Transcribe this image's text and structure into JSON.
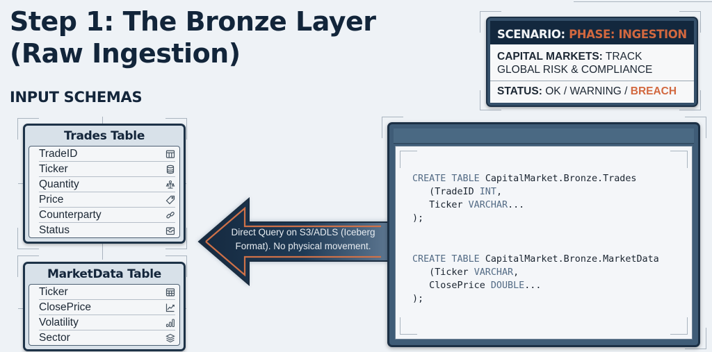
{
  "title_lines": [
    "Step 1: The Bronze Layer",
    "(Raw Ingestion)"
  ],
  "subheading": "INPUT SCHEMAS",
  "colors": {
    "navy": "#13283e",
    "accent_orange": "#d2683f",
    "panel_steel": "#3f5c77",
    "background": "#eef2f6"
  },
  "scenario": {
    "label": "SCENARIO:",
    "phase": "PHASE: INGESTION",
    "domain_label": "CAPITAL MARKETS:",
    "domain_text": "TRACK GLOBAL RISK & COMPLIANCE",
    "status_label": "STATUS:",
    "status_values": "OK / WARNING / ",
    "status_alert": "BREACH"
  },
  "tables": [
    {
      "title": "Trades Table",
      "fields": [
        {
          "name": "TradeID",
          "icon": "table-grid-icon"
        },
        {
          "name": "Ticker",
          "icon": "database-icon"
        },
        {
          "name": "Quantity",
          "icon": "scale-icon"
        },
        {
          "name": "Price",
          "icon": "price-tag-icon"
        },
        {
          "name": "Counterparty",
          "icon": "link-icon"
        },
        {
          "name": "Status",
          "icon": "inbox-check-icon"
        }
      ]
    },
    {
      "title": "MarketData Table",
      "fields": [
        {
          "name": "Ticker",
          "icon": "table-grid-icon"
        },
        {
          "name": "ClosePrice",
          "icon": "line-chart-icon"
        },
        {
          "name": "Volatility",
          "icon": "bar-chart-icon"
        },
        {
          "name": "Sector",
          "icon": "layers-icon"
        }
      ]
    }
  ],
  "arrow": {
    "line1": "Direct Query on S3/ADLS (Iceberg",
    "line2": "Format). No physical movement."
  },
  "code": {
    "trades": {
      "kw1": "CREATE TABLE ",
      "name": "CapitalMarket.Bronze.Trades",
      "l2a": "   (TradeID ",
      "l2kw": "INT",
      "l2b": ",",
      "l3a": "   Ticker ",
      "l3kw": "VARCHAR",
      "l3b": "...",
      "l4": ");"
    },
    "marketdata": {
      "kw1": "CREATE TABLE ",
      "name": "CapitalMarket.Bronze.MarketData",
      "l2a": "   (Ticker ",
      "l2kw": "VARCHAR",
      "l2b": ",",
      "l3a": "   ClosePrice ",
      "l3kw": "DOUBLE",
      "l3b": "...",
      "l4": ");"
    }
  }
}
